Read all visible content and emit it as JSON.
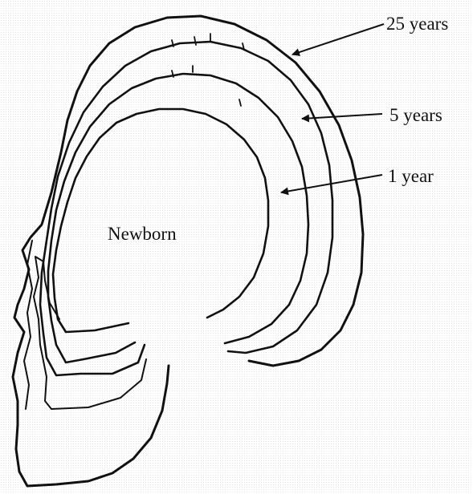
{
  "labels": {
    "newborn": "Newborn",
    "one_year": "1 year",
    "five_years": "5 years",
    "twenty_five_years": "25 years"
  },
  "colors": {
    "ink": "#111111",
    "background": "#ffffff"
  }
}
